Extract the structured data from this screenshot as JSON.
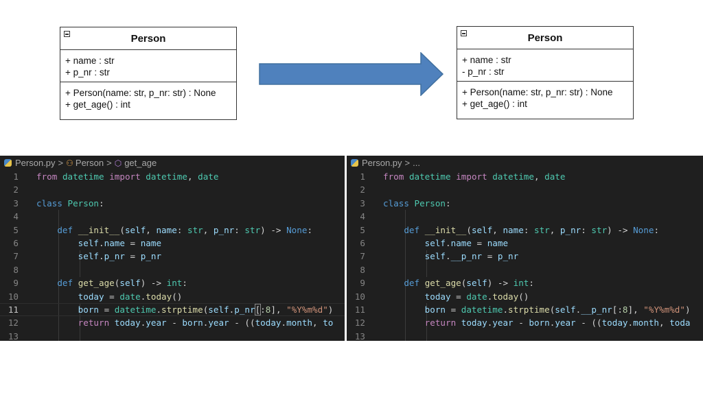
{
  "uml_left": {
    "class_name": "Person",
    "attributes": [
      "+ name : str",
      "+ p_nr : str"
    ],
    "methods": [
      "+ Person(name: str, p_nr: str) : None",
      "+ get_age() : int"
    ]
  },
  "uml_right": {
    "class_name": "Person",
    "attributes": [
      "+ name : str",
      "- p_nr : str"
    ],
    "methods": [
      "+ Person(name: str, p_nr: str) : None",
      "+ get_age() : int"
    ]
  },
  "colors": {
    "arrow_fill": "#4f81bd",
    "arrow_stroke": "#41709f",
    "editor_bg": "#1f1f1f"
  },
  "left_editor": {
    "breadcrumb": {
      "file": "Person.py",
      "class": "Person",
      "method": "get_age",
      "file_icon": "python-file-icon",
      "class_icon": "class-icon",
      "method_icon": "method-icon"
    },
    "active_line": 11,
    "line_numbers": [
      "1",
      "2",
      "3",
      "4",
      "5",
      "6",
      "7",
      "8",
      "9",
      "10",
      "11",
      "12",
      "13"
    ],
    "code": {
      "l1": {
        "from": "from",
        "mod": "datetime",
        "import": "import",
        "n1": "datetime",
        "comma": ", ",
        "n2": "date"
      },
      "l3": {
        "class": "class",
        "name": "Person",
        "colon": ":"
      },
      "l5": {
        "def": "def",
        "fn": "__init__",
        "p1": "(",
        "self": "self",
        "c1": ", ",
        "name": "name",
        "c2": ": ",
        "t1": "str",
        "c3": ", ",
        "pnr": "p_nr",
        "c4": ": ",
        "t2": "str",
        "c5": ") -> ",
        "none": "None",
        "c6": ":"
      },
      "l6": {
        "self": "self",
        "dot": ".",
        "attr": "name",
        "eq": " = ",
        "val": "name"
      },
      "l7": {
        "self": "self",
        "dot": ".",
        "attr": "p_nr",
        "eq": " = ",
        "val": "p_nr"
      },
      "l9": {
        "def": "def",
        "fn": "get_age",
        "p1": "(",
        "self": "self",
        "c1": ") -> ",
        "t": "int",
        "c2": ":"
      },
      "l10": {
        "var": "today",
        "eq": " = ",
        "cls": "date",
        "dot": ".",
        "fn": "today",
        "p": "()"
      },
      "l11": {
        "var": "born",
        "eq": " = ",
        "cls": "datetime",
        "dot": ".",
        "fn": "strptime",
        "p1": "(",
        "self": "self",
        "dot2": ".",
        "attr": "p_nr",
        "br1": "[",
        "sl": ":",
        "num": "8",
        "br2": "]",
        "c1": ", ",
        "str": "\"%Y%m%d\"",
        "p2": ")"
      },
      "l12": {
        "ret": "return",
        "v1": "today",
        "d1": ".",
        "a1": "year",
        "op": " - ",
        "v2": "born",
        "d2": ".",
        "a2": "year",
        "op2": " - ((",
        "v3": "today",
        "d3": ".",
        "a3": "month",
        "c": ", ",
        "v4": "to"
      }
    }
  },
  "right_editor": {
    "breadcrumb": {
      "file": "Person.py",
      "rest": "...",
      "file_icon": "python-file-icon"
    },
    "line_numbers": [
      "1",
      "2",
      "3",
      "4",
      "5",
      "6",
      "7",
      "8",
      "9",
      "10",
      "11",
      "12",
      "13"
    ],
    "code": {
      "l1": {
        "from": "from",
        "mod": "datetime",
        "import": "import",
        "n1": "datetime",
        "comma": ", ",
        "n2": "date"
      },
      "l3": {
        "class": "class",
        "name": "Person",
        "colon": ":"
      },
      "l5": {
        "def": "def",
        "fn": "__init__",
        "p1": "(",
        "self": "self",
        "c1": ", ",
        "name": "name",
        "c2": ": ",
        "t1": "str",
        "c3": ", ",
        "pnr": "p_nr",
        "c4": ": ",
        "t2": "str",
        "c5": ") -> ",
        "none": "None",
        "c6": ":"
      },
      "l6": {
        "self": "self",
        "dot": ".",
        "attr": "name",
        "eq": " = ",
        "val": "name"
      },
      "l7": {
        "self": "self",
        "dot": ".",
        "attr": "__p_nr",
        "eq": " = ",
        "val": "p_nr"
      },
      "l9": {
        "def": "def",
        "fn": "get_age",
        "p1": "(",
        "self": "self",
        "c1": ") -> ",
        "t": "int",
        "c2": ":"
      },
      "l10": {
        "var": "today",
        "eq": " = ",
        "cls": "date",
        "dot": ".",
        "fn": "today",
        "p": "()"
      },
      "l11": {
        "var": "born",
        "eq": " = ",
        "cls": "datetime",
        "dot": ".",
        "fn": "strptime",
        "p1": "(",
        "self": "self",
        "dot2": ".",
        "attr": "__p_nr",
        "br1": "[",
        "sl": ":",
        "num": "8",
        "br2": "]",
        "c1": ", ",
        "str": "\"%Y%m%d\"",
        "p2": ")"
      },
      "l12": {
        "ret": "return",
        "v1": "today",
        "d1": ".",
        "a1": "year",
        "op": " - ",
        "v2": "born",
        "d2": ".",
        "a2": "year",
        "op2": " - ((",
        "v3": "today",
        "d3": ".",
        "a3": "month",
        "c": ", ",
        "v4": "toda"
      }
    }
  }
}
